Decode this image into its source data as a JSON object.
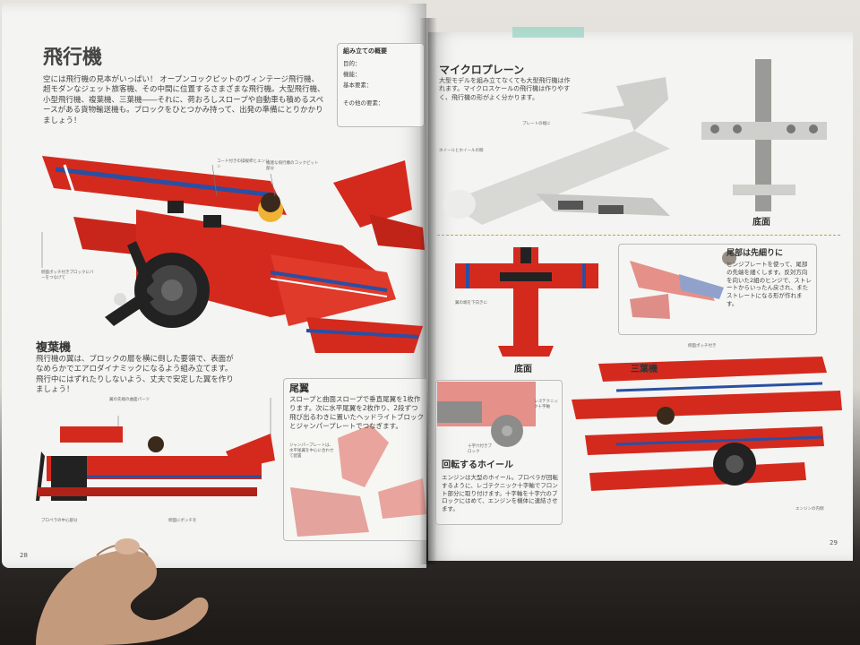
{
  "left_page": {
    "title": "飛行機",
    "intro": "空には飛行機の見本がいっぱい！ オープンコックピットのヴィンテージ飛行機、超モダンなジェット旅客機、その中間に位置するさまざまな飛行機。大型飛行機、小型飛行機、複葉機、三葉機――それに、荷おろしスロープや自動車も積めるスペースがある貨物輸送機も。ブロックをひとつかみ持って、出発の準備にとりかかりましょう！",
    "sidebar": {
      "heading": "組み立ての概要",
      "lines": [
        "目的：",
        "機能：",
        "基本要素：",
        "その他の要素："
      ]
    },
    "biplane_heading": "複葉機",
    "biplane_text": "飛行機の翼は、ブロックの層を横に倒した要領で、表面がなめらかでエアロダイナミックになるよう組み立てます。飛行中にはずれたりしないよう、丈夫で安定した翼を作りましょう！",
    "tail_heading": "尾翼",
    "tail_text": "スロープと曲面スロープで垂直尾翼を1枚作ります。次に水平尾翼を2枚作り、2段ずつ飛び出るわきに置いたヘッドライトブロックとジャンパープレートでつなぎます。",
    "tail_note": "ジャンパープレートは、水平尾翼を中心に合わせて配置",
    "page_number": "28",
    "callouts": [
      "コード付きの操縦桿とエンジン",
      "複雑な飛行機のコックピット部分",
      "側面ポッチ付きブロックにバーをつなげて",
      "翼の先端の曲面パーツ",
      "側面にポッチを",
      "プロペラの中心部分"
    ]
  },
  "right_page": {
    "micro_heading": "マイクロプレーン",
    "micro_text": "大型モデルを組み立てなくても大型飛行機は作れます。マイクロスケールの飛行機は作りやすく、飛行機の形がよく分かります。",
    "bottom_label_1": "底面",
    "bottom_label_2": "底面",
    "tail_heading": "尾部は先細りに",
    "tail_text": "ヒンジプレートを使って、尾部の先端を細くします。反対方向を向いた2組のヒンジで、ストレートからいったん戻され、またストレートになる形が作れます。",
    "triplane_heading": "三葉機",
    "wheel_heading": "回転するホイール",
    "wheel_text": "エンジンは大型のホイール。プロペラが回転するように、レゴテクニック十字軸でフロント部分に取り付けます。十字軸を十字穴のブロックにはめて、エンジンを機体に連結させます。",
    "page_number": "29",
    "callouts": [
      "ホイールとホイールの間",
      "プレートの端に",
      "翼の端を下向きに",
      "レゴテクニック十字軸",
      "十字穴付きブロック",
      "エンジンの内側",
      "側面ポッチ付き"
    ]
  },
  "colors": {
    "lego_red": "#d42a1e",
    "stripe_blue": "#2a4fa3",
    "page_white": "#f4f4f2",
    "accent_orange": "#d39a3a"
  }
}
